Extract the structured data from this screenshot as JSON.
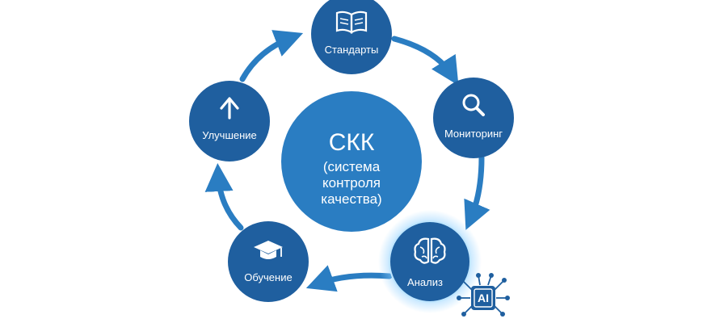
{
  "center": {
    "title": "СКК",
    "subtitle_lines": [
      "(система",
      "контроля",
      "качества)"
    ]
  },
  "nodes": [
    {
      "label": "Стандарты",
      "icon": "book-icon"
    },
    {
      "label": "Мониторинг",
      "icon": "magnifier-icon"
    },
    {
      "label": "Анализ",
      "icon": "brain-icon"
    },
    {
      "label": "Обучение",
      "icon": "graduation-cap-icon"
    },
    {
      "label": "Улучшение",
      "icon": "arrow-up-icon"
    }
  ],
  "ai_badge": {
    "label": "AI",
    "icon": "ai-chip-icon"
  },
  "colors": {
    "node_fill": "#1f5f9f",
    "center_fill": "#2a7dc2",
    "arrow": "#2a7dc2",
    "glow": "#8fd0ff",
    "background": "#ffffff"
  }
}
